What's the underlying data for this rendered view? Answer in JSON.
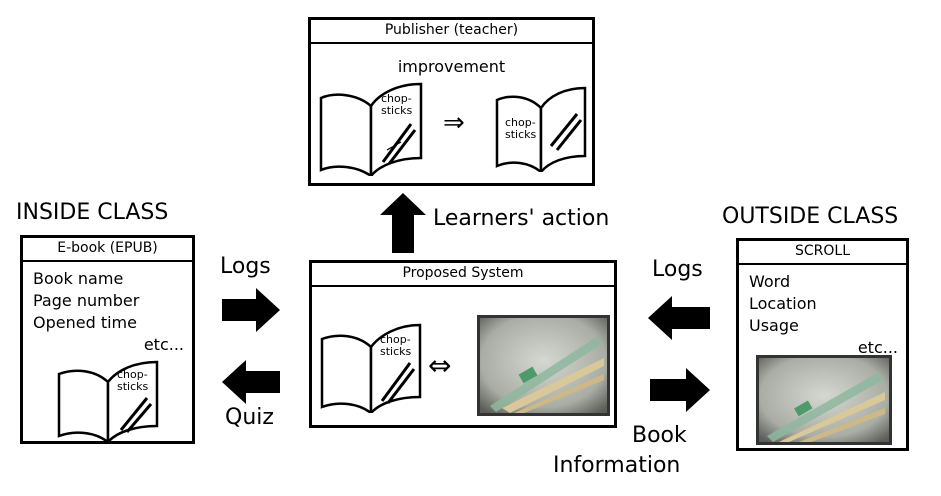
{
  "publisher": {
    "title": "Publisher (teacher)",
    "subtitle": "improvement",
    "book_label_lines": [
      "chop-",
      "sticks"
    ],
    "arrow_symbol": "⇒"
  },
  "learners_action_label": "Learners' action",
  "inside": {
    "heading": "INSIDE CLASS",
    "title": "E-book (EPUB)",
    "items": [
      "Book name",
      "Page number",
      "Opened time"
    ],
    "etc": "etc...",
    "book_label_lines": [
      "chop-",
      "sticks"
    ]
  },
  "outside": {
    "heading": "OUTSIDE CLASS",
    "title": "SCROLL",
    "items": [
      "Word",
      "Location",
      "Usage"
    ],
    "etc": "etc..."
  },
  "proposed": {
    "title": "Proposed System",
    "book_label_lines": [
      "chop-",
      "sticks"
    ],
    "arrow_symbol": "⇔"
  },
  "left_arrows": {
    "top_label": "Logs",
    "bottom_label": "Quiz"
  },
  "right_arrows": {
    "top_label": "Logs",
    "bottom_label_lines": [
      "Book",
      "Information"
    ]
  }
}
